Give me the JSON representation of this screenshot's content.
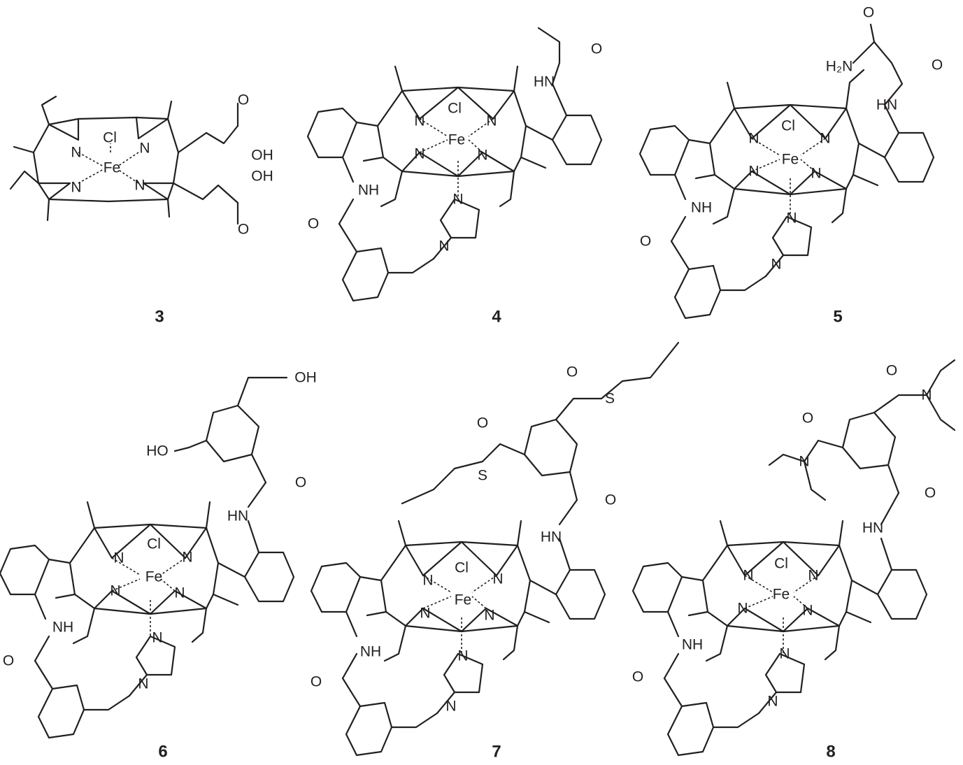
{
  "compound_numbers": [
    "3",
    "4",
    "5",
    "6",
    "7",
    "8"
  ],
  "atoms": {
    "chloride": "Cl",
    "iron": "Fe",
    "nitrogen": "N",
    "oxygen": "O",
    "sulfur": "S",
    "hydroxyl": "OH",
    "hydroxyl_left": "HO",
    "amide_nh": "NH",
    "amide_hn": "HN",
    "amine": "H₂N"
  },
  "ink_color": "#231f20"
}
